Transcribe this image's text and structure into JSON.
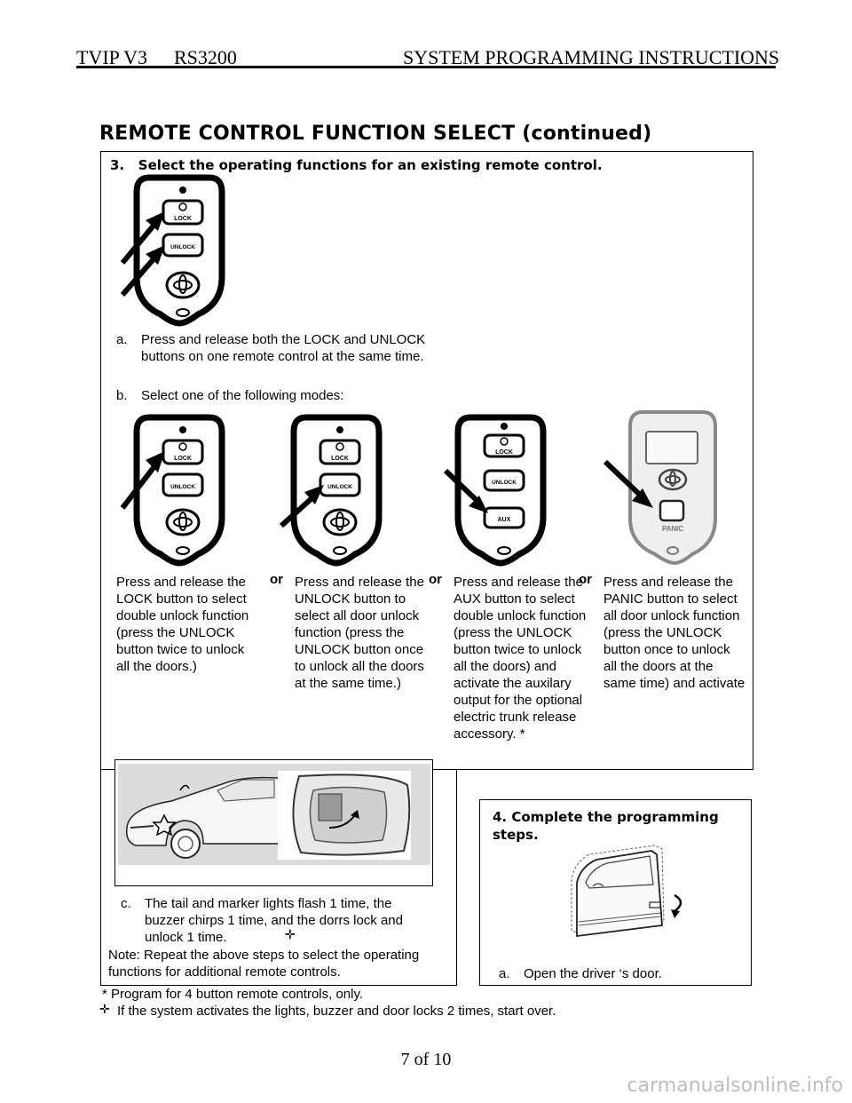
{
  "header": {
    "model": "TVIP V3",
    "system": "RS3200",
    "title": "SYSTEM PROGRAMMING INSTRUCTIONS"
  },
  "section_title": "REMOTE CONTROL FUNCTION SELECT (continued)",
  "step3": {
    "title": "3.   Select the operating functions for an existing remote control.",
    "a_marker": "a.",
    "a_text": "Press and release both the LOCK and UNLOCK buttons on one remote control at the same time.",
    "b_marker": "b.",
    "b_text": "Select one of the following modes:",
    "or_label": "or",
    "modes": [
      {
        "text": "Press and release the LOCK button to select double unlock function (press the UNLOCK button twice to unlock all the doors.)"
      },
      {
        "text": "Press and release the UNLOCK button to select all door unlock function (press the UNLOCK button once to unlock all the doors at the same time.)"
      },
      {
        "text": "Press and release the AUX button to select double unlock function (press the UNLOCK button twice to unlock all the doors) and activate the auxilary output for the optional electric trunk release accessory. *"
      },
      {
        "text": "Press and release the PANIC button to select all door unlock function (press the UNLOCK button once to unlock all the doors at the same time) and activate"
      }
    ],
    "c_marker": "c.",
    "c_text": "The tail and marker lights flash 1 time, the buzzer chirps 1 time, and the dorrs lock and unlock 1 time.",
    "note": "Note: Repeat the above steps to select the operating functions for additional remote controls."
  },
  "step4": {
    "title": "4.  Complete the programming steps.",
    "a_marker": "a.",
    "a_text": "Open the driver ‘s door."
  },
  "remote_labels": {
    "lock": "LOCK",
    "unlock": "UNLOCK",
    "aux": "AUX",
    "panic": "PANIC"
  },
  "icons": {
    "cross": "✛"
  },
  "footnotes": {
    "asterisk": "*  Program for 4 button remote controls, only.",
    "cross": "If the system activates the lights, buzzer and door locks 2 times, start over."
  },
  "page_number": "7 of 10",
  "watermark": "carmanualsonline.info"
}
